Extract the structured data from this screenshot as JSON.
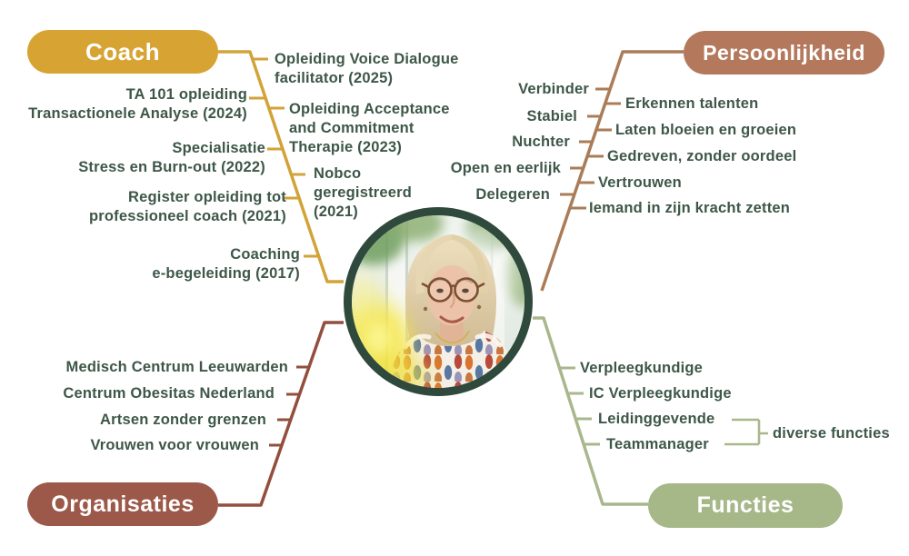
{
  "palette": {
    "text": "#3D5748",
    "circle_border": "#2F4A3C",
    "background": "#FFFFFF"
  },
  "center_photo": {
    "description": "Portretfoto in cirkel: glimlachende vrouw met blond haar en bril, voor een raam met groen en gele bloemen"
  },
  "branches": {
    "coach": {
      "label": "Coach",
      "color": "#D7A433",
      "line_color": "#D2A339",
      "items_left": [
        "TA 101 opleiding\nTransactionele Analyse (2024)",
        "Specialisatie\nStress en Burn-out (2022)",
        "Register opleiding tot\nprofessioneel coach (2021)",
        "Coaching\ne-begeleiding (2017)"
      ],
      "items_right": [
        "Opleiding Voice Dialogue\nfacilitator (2025)",
        "Opleiding Acceptance\nand Commitment\nTherapie (2023)",
        "Nobco\ngeregistreerd\n(2021)"
      ]
    },
    "persoonlijkheid": {
      "label": "Persoonlijkheid",
      "color": "#B4795D",
      "line_color": "#AA7C57",
      "items_left": [
        "Verbinder",
        "Stabiel",
        "Nuchter",
        "Open en eerlijk",
        "Delegeren"
      ],
      "items_right": [
        "Erkennen talenten",
        "Laten bloeien en groeien",
        "Gedreven, zonder oordeel",
        "Vertrouwen",
        "Iemand in zijn kracht zetten"
      ]
    },
    "organisaties": {
      "label": "Organisaties",
      "color": "#9C5848",
      "line_color": "#934F3E",
      "items": [
        "Medisch Centrum Leeuwarden",
        "Centrum Obesitas Nederland",
        "Artsen zonder grenzen",
        "Vrouwen voor vrouwen"
      ]
    },
    "functies": {
      "label": "Functies",
      "color": "#A6B788",
      "line_color": "#A9B78C",
      "items": [
        "Verpleegkundige",
        "IC Verpleegkundige",
        "Leidinggevende",
        "Teammanager"
      ],
      "annotation": "diverse functies"
    }
  }
}
